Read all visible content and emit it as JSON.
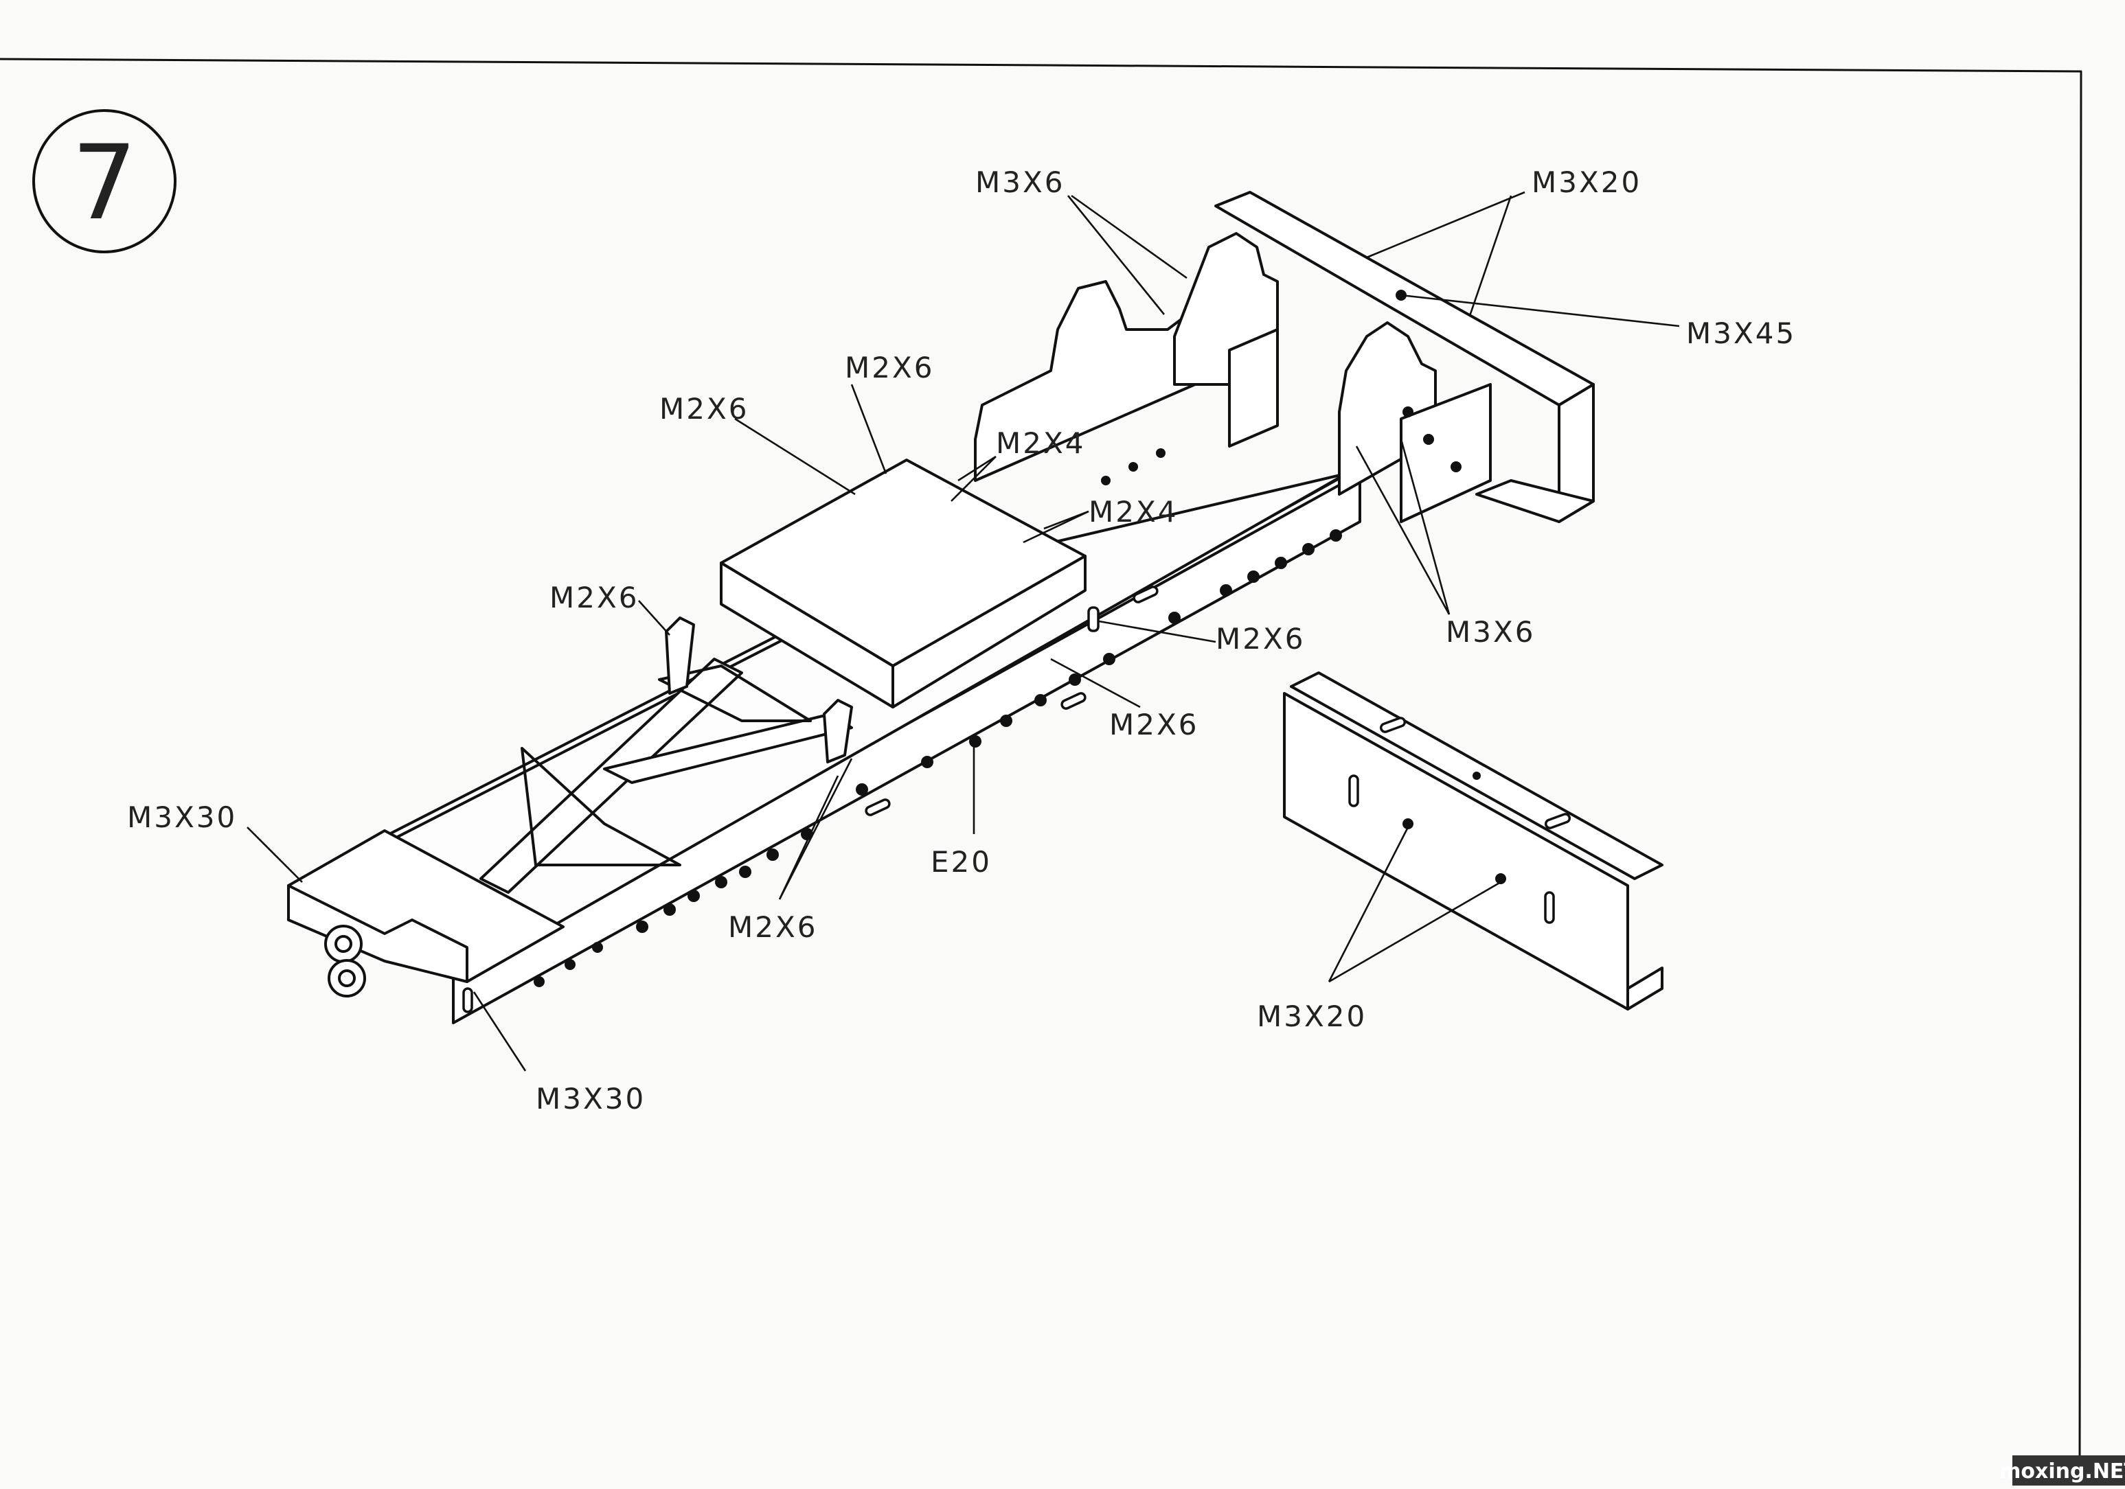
{
  "step": {
    "number": "7"
  },
  "callouts": {
    "m3x6_top": "M3X6",
    "m3x20_top": "M3X20",
    "m3x45": "M3X45",
    "m2x6_a": "M2X6",
    "m2x6_b": "M2X6",
    "m2x4_a": "M2X4",
    "m2x4_b": "M2X4",
    "m2x6_c": "M2X6",
    "m2x6_d": "M2X6",
    "m3x6_right": "M3X6",
    "m2x6_e": "M2X6",
    "m3x30_left": "M3X30",
    "e20": "E20",
    "m2x6_f": "M2X6",
    "m3x30_bottom": "M3X30",
    "m3x20_bottom": "M3X20"
  },
  "watermark": "moxing.NET"
}
